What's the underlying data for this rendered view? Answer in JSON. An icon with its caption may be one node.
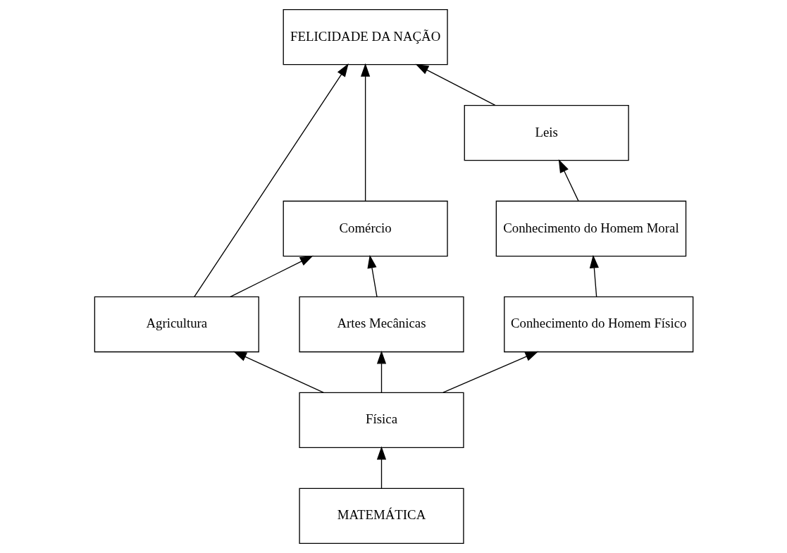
{
  "diagram": {
    "nodes": [
      {
        "text": [
          "FELICIDADE DA NAÇÃO"
        ]
      },
      {
        "text": [
          "Leis"
        ]
      },
      {
        "text": [
          "Comércio"
        ]
      },
      {
        "text": [
          "Conhecimento do Homem Moral"
        ]
      },
      {
        "text": [
          "Agricultura"
        ]
      },
      {
        "text": [
          "Artes Mecânicas"
        ]
      },
      {
        "text": [
          "Conhecimento do Homem Físico"
        ]
      },
      {
        "text": [
          "Física"
        ]
      },
      {
        "text": [
          "MATEMÁTICA"
        ]
      }
    ],
    "edges": [
      {
        "from": 4,
        "to": 0,
        "arrow": "to"
      },
      {
        "from": 2,
        "to": 0,
        "arrow": "to"
      },
      {
        "from": 1,
        "to": 0,
        "arrow": "to"
      },
      {
        "from": 3,
        "to": 1,
        "arrow": "to"
      },
      {
        "from": 4,
        "to": 2,
        "arrow": "to"
      },
      {
        "from": 5,
        "to": 2,
        "arrow": "to"
      },
      {
        "from": 6,
        "to": 3,
        "arrow": "to"
      },
      {
        "from": 7,
        "to": 4,
        "arrow": "to"
      },
      {
        "from": 7,
        "to": 5,
        "arrow": "to"
      },
      {
        "from": 7,
        "to": 6,
        "arrow": "to"
      },
      {
        "from": 8,
        "to": 7,
        "arrow": "to"
      }
    ]
  }
}
